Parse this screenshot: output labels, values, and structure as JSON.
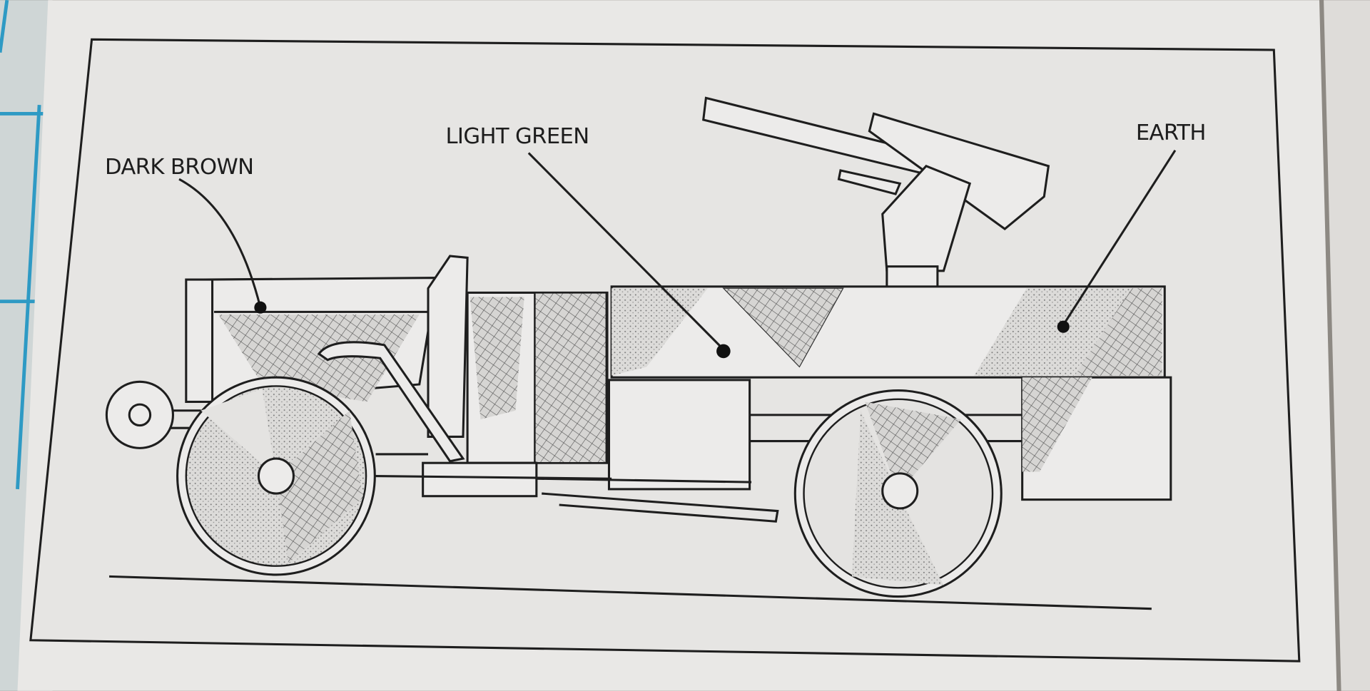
{
  "diagram": {
    "labels": {
      "dark_brown": "DARK BROWN",
      "light_green": "LIGHT GREEN",
      "earth": "EARTH"
    },
    "colors": {
      "paper": "#e9e8e6",
      "ink": "#1e1e1e",
      "mat": "#3aa0c8"
    }
  }
}
